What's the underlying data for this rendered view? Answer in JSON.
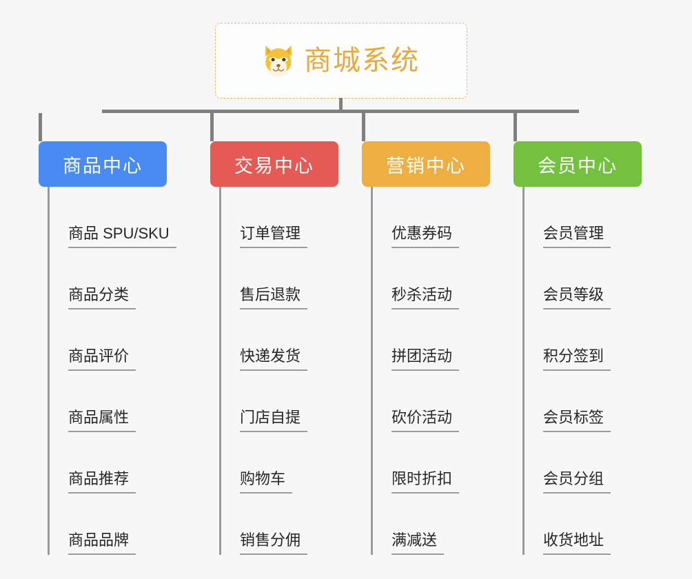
{
  "root": {
    "title": "商城系统",
    "icon": "shiba-dog-emoji",
    "text_color": "#eaa93a",
    "border_color": "#eab560"
  },
  "connector_color": "#808080",
  "branches": [
    {
      "id": "b0",
      "label": "商品中心",
      "color": "#4a8bf3",
      "items": [
        "商品 SPU/SKU",
        "商品分类",
        "商品评价",
        "商品属性",
        "商品推荐",
        "商品品牌"
      ]
    },
    {
      "id": "b1",
      "label": "交易中心",
      "color": "#e65a56",
      "items": [
        "订单管理",
        "售后退款",
        "快递发货",
        "门店自提",
        "购物车",
        "销售分佣"
      ]
    },
    {
      "id": "b2",
      "label": "营销中心",
      "color": "#eeae42",
      "items": [
        "优惠券码",
        "秒杀活动",
        "拼团活动",
        "砍价活动",
        "限时折扣",
        "满减送"
      ]
    },
    {
      "id": "b3",
      "label": "会员中心",
      "color": "#73c13f",
      "items": [
        "会员管理",
        "会员等级",
        "积分签到",
        "会员标签",
        "会员分组",
        "收货地址"
      ]
    }
  ]
}
